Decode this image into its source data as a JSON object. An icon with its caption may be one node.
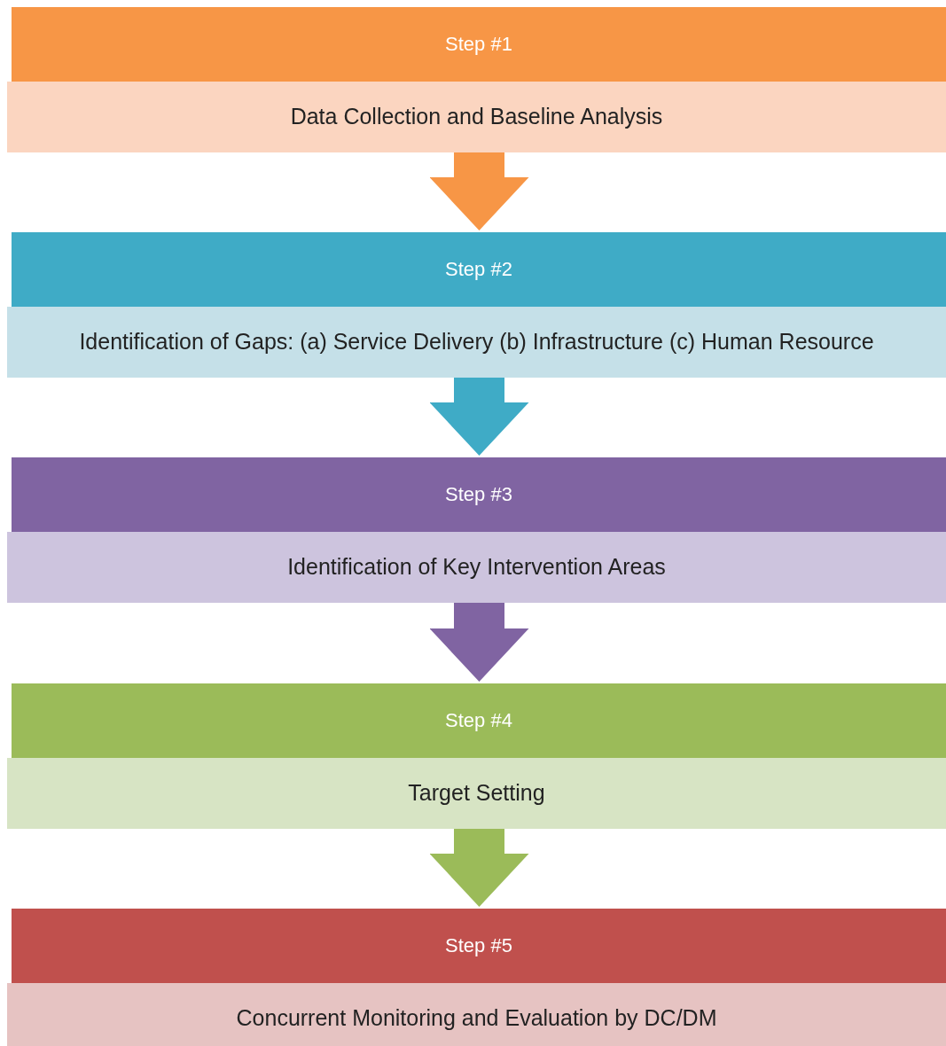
{
  "diagram": {
    "nodes": [
      {
        "text": [
          "Step #1"
        ]
      },
      {
        "text": [
          "Data Collection and Baseline Analysis"
        ]
      },
      {
        "text": [
          "Step #2"
        ]
      },
      {
        "text": [
          "Identification of Gaps: (a) Service Delivery (b) Infrastructure (c) Human Resource"
        ]
      },
      {
        "text": [
          "Step #3"
        ]
      },
      {
        "text": [
          "Identification of Key Intervention Areas"
        ]
      },
      {
        "text": [
          "Step #4"
        ]
      },
      {
        "text": [
          "Target Setting"
        ]
      },
      {
        "text": [
          "Step #5"
        ]
      },
      {
        "text": [
          "Concurrent Monitoring and Evaluation by DC/DM"
        ]
      }
    ],
    "edges": [
      {
        "from": 1,
        "to": 2,
        "arrow": "to",
        "color": "#f79646"
      },
      {
        "from": 3,
        "to": 4,
        "arrow": "to",
        "color": "#3fabc6"
      },
      {
        "from": 5,
        "to": 6,
        "arrow": "to",
        "color": "#8064a2"
      },
      {
        "from": 7,
        "to": 8,
        "arrow": "to",
        "color": "#9bbb59"
      }
    ]
  }
}
